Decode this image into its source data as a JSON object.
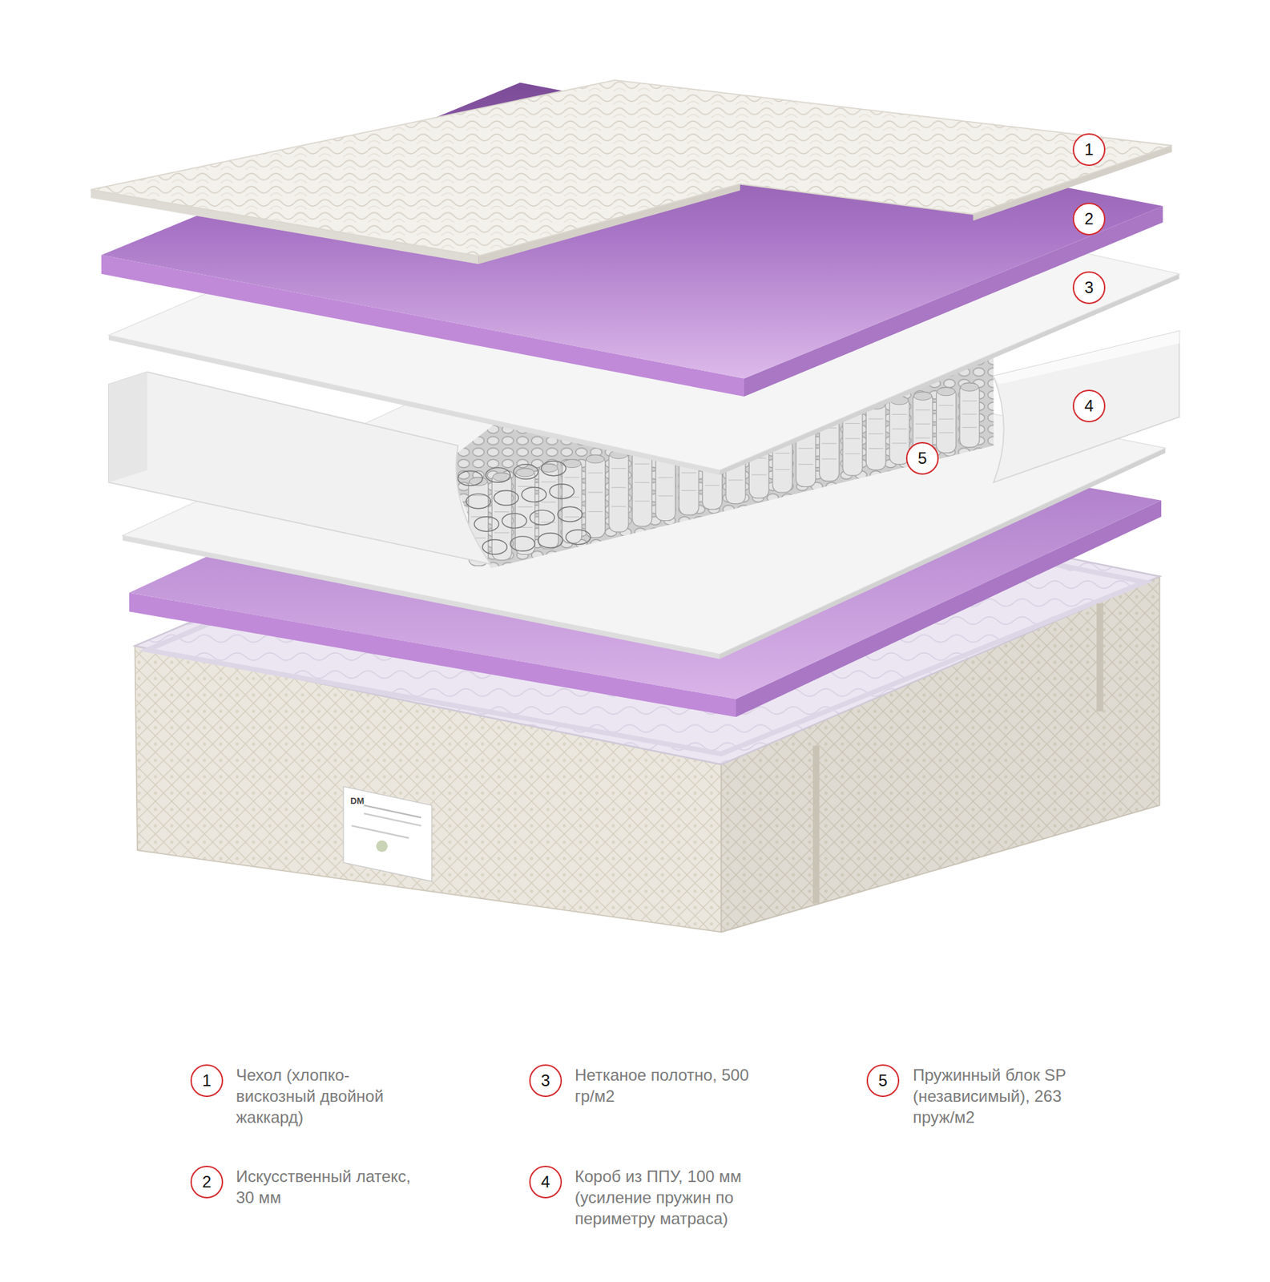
{
  "diagram": {
    "nodes": [
      {
        "text": [
          "1"
        ]
      },
      {
        "text": [
          "2"
        ]
      },
      {
        "text": [
          "3"
        ]
      },
      {
        "text": [
          "4"
        ]
      },
      {
        "text": [
          "5"
        ]
      },
      {
        "text": [
          "1",
          "Чехол (хлопко-вискозный двойной жаккард)"
        ]
      },
      {
        "text": [
          "3",
          "Нетканое полотно, 500 гр/м2"
        ]
      },
      {
        "text": [
          "5",
          "Пружинный блок SP (независимый), 263 пруж/м2"
        ]
      },
      {
        "text": [
          "2",
          "Искусственный латекс, 30 мм"
        ]
      },
      {
        "text": [
          "4",
          "Короб из ППУ, 100 мм (усиление пружин по периметру матраса)"
        ]
      }
    ],
    "labels": [
      "DM"
    ]
  }
}
